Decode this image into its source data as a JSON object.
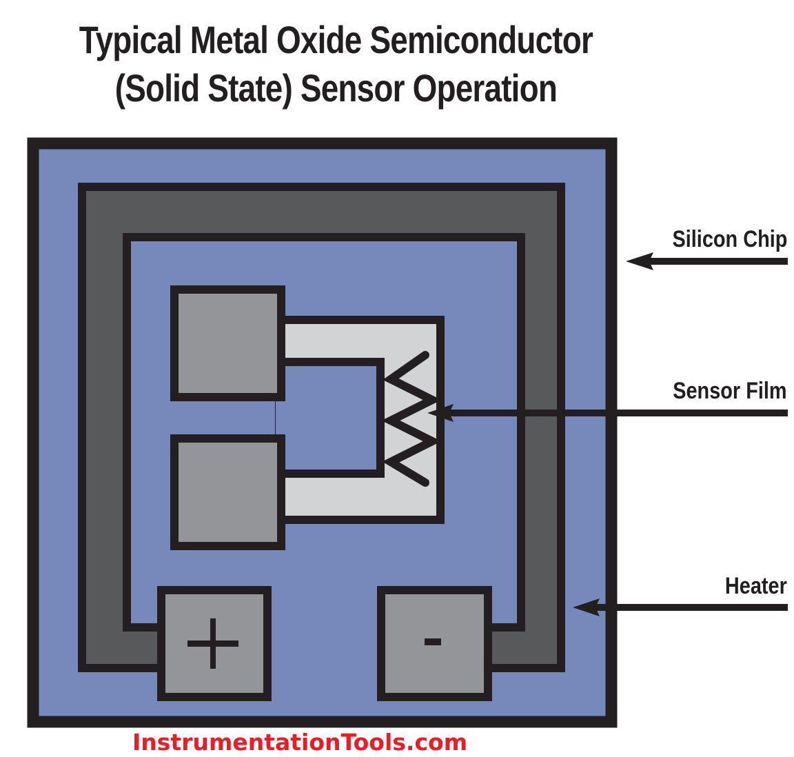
{
  "title": {
    "line1": "Typical Metal Oxide Semiconductor",
    "line2": "(Solid State) Sensor Operation"
  },
  "labels": {
    "silicon_chip": "Silicon Chip",
    "sensor_film": "Sensor Film",
    "heater": "Heater"
  },
  "terminals": {
    "positive": "+",
    "negative": "-"
  },
  "watermark": "InstrumentationTools.com",
  "colors": {
    "chip_blue": "#7789BA",
    "heater_gray": "#58595B",
    "film_light_gray": "#D1D3D4",
    "pad_gray": "#939598",
    "outline": "#231F20",
    "watermark_red": "#ED1C24"
  }
}
